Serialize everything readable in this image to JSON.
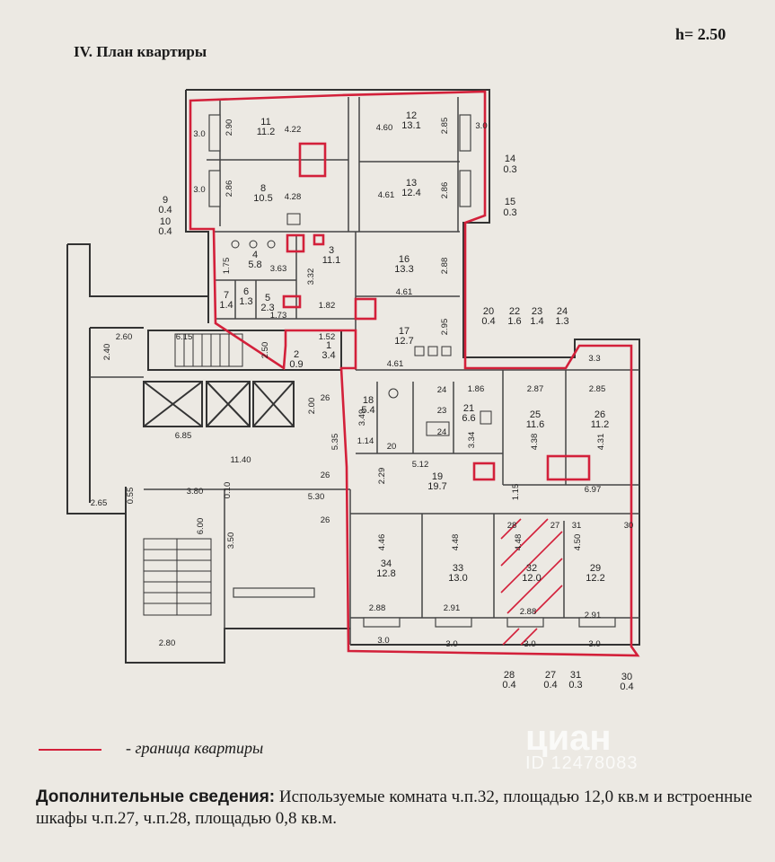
{
  "header": {
    "title": "IV. План квартиры",
    "height_label": "h= 2.50"
  },
  "legend": {
    "text": "- граница квартиры"
  },
  "info": {
    "label": "Дополнительные сведения:",
    "text": " Используемые комната ч.п.32, площадью 12,0 кв.м и встроенные шкафы ч.п.27, ч.п.28, площадью 0,8 кв.м."
  },
  "watermark": {
    "logo": "циан",
    "id": "ID 12478083"
  },
  "colors": {
    "boundary": "#d3203a",
    "wall": "#333333",
    "paper": "#ece9e3"
  },
  "rooms": [
    {
      "num": "11",
      "area": "11.2"
    },
    {
      "num": "8",
      "area": "10.5"
    },
    {
      "num": "12",
      "area": "13.1"
    },
    {
      "num": "13",
      "area": "12.4"
    },
    {
      "num": "14",
      "area": "0.3"
    },
    {
      "num": "15",
      "area": "0.3"
    },
    {
      "num": "9",
      "area": "0.4"
    },
    {
      "num": "10",
      "area": "0.4"
    },
    {
      "num": "4",
      "area": "5.8"
    },
    {
      "num": "3",
      "area": "11.1"
    },
    {
      "num": "16",
      "area": "13.3"
    },
    {
      "num": "17",
      "area": "12.7"
    },
    {
      "num": "7",
      "area": "1.4"
    },
    {
      "num": "6",
      "area": "1.3"
    },
    {
      "num": "5",
      "area": "2.3"
    },
    {
      "num": "2",
      "area": "0.9"
    },
    {
      "num": "1",
      "area": "3.4"
    },
    {
      "num": "20",
      "area": "0.4"
    },
    {
      "num": "22",
      "area": "1.6"
    },
    {
      "num": "23",
      "area": "1.4"
    },
    {
      "num": "24",
      "area": "1.3"
    },
    {
      "num": "18",
      "area": "5.4"
    },
    {
      "num": "21",
      "area": "6.6"
    },
    {
      "num": "25",
      "area": "11.6"
    },
    {
      "num": "26",
      "area": "11.2"
    },
    {
      "num": "19",
      "area": "19.7"
    },
    {
      "num": "34",
      "area": "12.8"
    },
    {
      "num": "33",
      "area": "13.0"
    },
    {
      "num": "32",
      "area": "12.0"
    },
    {
      "num": "29",
      "area": "12.2"
    },
    {
      "num": "28",
      "area": "0.4"
    },
    {
      "num": "27",
      "area": "0.4"
    },
    {
      "num": "31",
      "area": "0.3"
    },
    {
      "num": "30",
      "area": "0.4"
    }
  ],
  "dims": [
    "3.0",
    "2.90",
    "4.22",
    "4.60",
    "2.85",
    "3.0",
    "2.86",
    "4.28",
    "4.61",
    "2.86",
    "3.0",
    "1.75",
    "3.63",
    "3.32",
    "2.88",
    "4.61",
    "1.82",
    "1.73",
    "2.95",
    "1.52",
    "2.50",
    "4.61",
    "2.60",
    "2.40",
    "6.15",
    "3.3",
    "2.00",
    "26",
    "1.86",
    "2.87",
    "2.85",
    "6.85",
    "3.49",
    "1.14",
    "3.34",
    "4.38",
    "4.31",
    "11.40",
    "5.35",
    "26",
    "2.29",
    "5.12",
    "2.65",
    "0.55",
    "3.80",
    "0.10",
    "5.30",
    "1.15",
    "6.97",
    "6.00",
    "4.46",
    "4.48",
    "4.48",
    "4.50",
    "3.50",
    "2.88",
    "2.91",
    "2.88",
    "2.91",
    "2.80",
    "3.0",
    "3.0",
    "3.0",
    "3.0",
    "26",
    "24",
    "23",
    "24",
    "20",
    "28",
    "27",
    "31",
    "30"
  ]
}
